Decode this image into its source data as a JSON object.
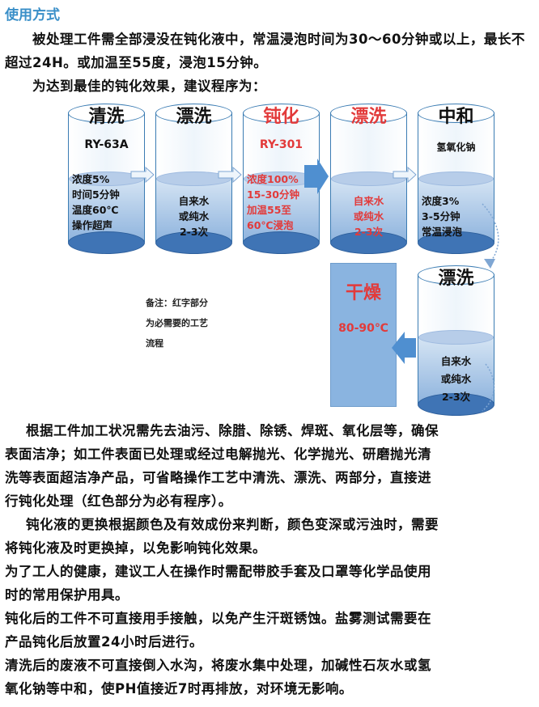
{
  "heading": "使用方式",
  "intro": "被处理工件需全部浸没在钝化液中，常温浸泡时间为30～60分钟或以上，最长不超过24H。或加温至55度，浸泡15分钟。",
  "program_line": "为达到最佳的钝化效果，建议程序为：",
  "steps": [
    {
      "title": "清洗",
      "sub": "RY-63A",
      "lines": [
        "浓度5%",
        "时间5分钟",
        "温度60℃",
        "操作超声"
      ]
    },
    {
      "title": "漂洗",
      "sub": "",
      "lines": [
        "自来水",
        "或纯水",
        "2-3次"
      ]
    },
    {
      "title": "钝化",
      "sub": "RY-301",
      "lines": [
        "浓度100%",
        "15-30分钟",
        "加温55至",
        "60℃浸泡"
      ]
    },
    {
      "title": "漂洗",
      "sub": "",
      "lines": [
        "自来水",
        "或纯水",
        "2-3次"
      ]
    },
    {
      "title": "中和",
      "sub": "氢氧化钠",
      "lines": [
        "浓度3%",
        "3-5分钟",
        "常温浸泡"
      ]
    },
    {
      "title": "漂洗",
      "sub": "",
      "lines": [
        "自来水",
        "或纯水",
        "2-3次"
      ]
    }
  ],
  "dry": {
    "title": "干燥",
    "temp": "80-90℃"
  },
  "note": [
    "备注：红字部分",
    "为必需要的工艺",
    "流程"
  ],
  "colors": {
    "heading": "#3a8fc8",
    "required": "#e23a3a",
    "liquid": "#8fb4de",
    "cylinder_base": "#3f74b5"
  },
  "body_paragraphs": [
    {
      "indent": true,
      "lines": [
        "根据工件加工状况需先去油污、除腊、除锈、焊斑、氧化层等，确保",
        "表面洁净；如工件表面已处理或经过电解抛光、化学抛光、研磨抛光清",
        "洗等表面超洁净产品，可省略操作工艺中清洗、漂洗、两部分，直接进",
        "行钝化处理（红色部分为必有程序）。"
      ]
    },
    {
      "indent": true,
      "lines": [
        "钝化液的更换根据颜色及有效成份来判断，颜色变深或污浊时，需要",
        "将钝化液及时更换掉，以免影响钝化效果。"
      ]
    },
    {
      "indent": false,
      "lines": [
        "为了工人的健康，建议工人在操作时需配带胶手套及口罩等化学品使用",
        "时的常用保护用具。"
      ]
    },
    {
      "indent": false,
      "lines": [
        "钝化后的工件不可直接用手接触，以免产生汗斑锈蚀。盐雾测试需要在",
        "产品钝化后放置24小时后进行。"
      ]
    },
    {
      "indent": false,
      "lines": [
        "清洗后的废液不可直接倒入水沟，将废水集中处理，加碱性石灰水或氢",
        "氧化钠等中和，使PH值接近7时再排放，对环境无影响。"
      ]
    }
  ]
}
